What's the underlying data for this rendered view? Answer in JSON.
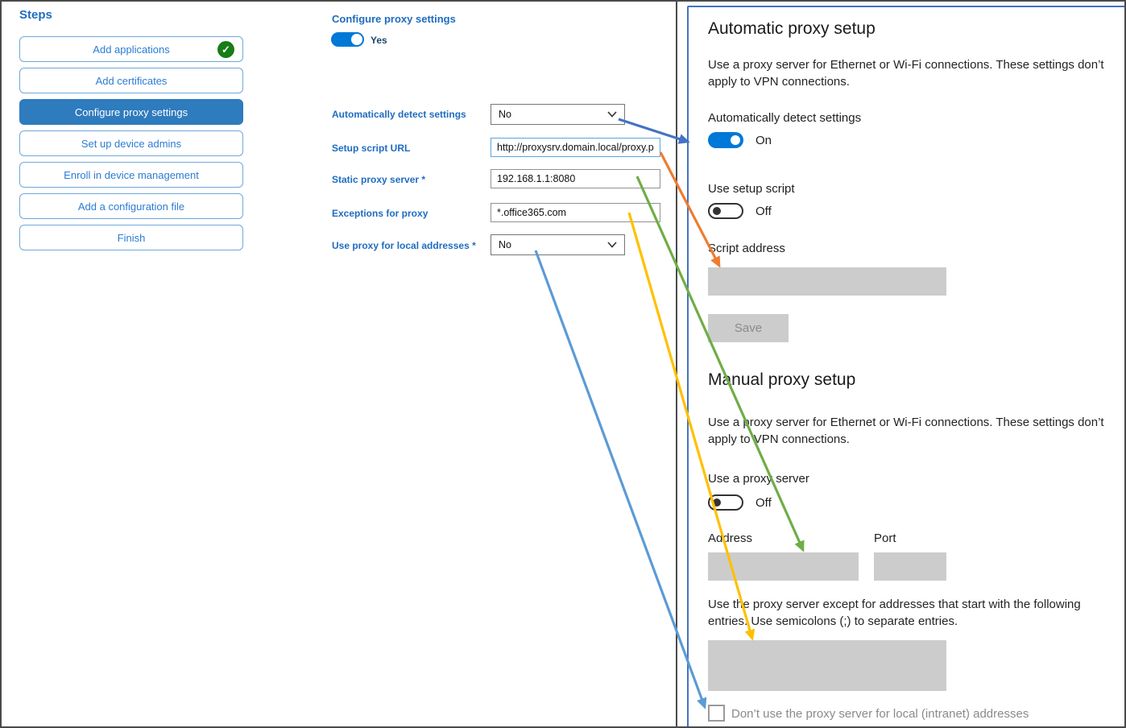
{
  "sidebar": {
    "title": "Steps",
    "items": [
      {
        "label": "Add applications",
        "completed": true,
        "selected": false
      },
      {
        "label": "Add certificates",
        "completed": false,
        "selected": false
      },
      {
        "label": "Configure proxy settings",
        "completed": false,
        "selected": true
      },
      {
        "label": "Set up device admins",
        "completed": false,
        "selected": false
      },
      {
        "label": "Enroll in device management",
        "completed": false,
        "selected": false
      },
      {
        "label": "Add a configuration file",
        "completed": false,
        "selected": false
      },
      {
        "label": "Finish",
        "completed": false,
        "selected": false
      }
    ]
  },
  "form": {
    "title": "Configure proxy settings",
    "toggle_value": "Yes",
    "rows": [
      {
        "label": "Automatically detect settings",
        "type": "select",
        "value": "No"
      },
      {
        "label": "Setup script URL",
        "type": "text",
        "value": "http://proxysrv.domain.local/proxy.pa"
      },
      {
        "label": "Static proxy server *",
        "type": "text",
        "value": "192.168.1.1:8080"
      },
      {
        "label": "Exceptions for proxy",
        "type": "text",
        "value": "*.office365.com"
      },
      {
        "label": "Use proxy for local addresses *",
        "type": "select",
        "value": "No"
      }
    ]
  },
  "panel": {
    "auto": {
      "title": "Automatic proxy setup",
      "description": "Use a proxy server for Ethernet or Wi-Fi connections. These settings don’t apply to VPN connections.",
      "detect_label": "Automatically detect settings",
      "detect_state": "On",
      "script_label": "Use setup script",
      "script_state": "Off",
      "script_address_label": "Script address",
      "save_label": "Save"
    },
    "manual": {
      "title": "Manual proxy setup",
      "description": "Use a proxy server for Ethernet or Wi-Fi connections. These settings don’t apply to VPN connections.",
      "server_label": "Use a proxy server",
      "server_state": "Off",
      "address_label": "Address",
      "port_label": "Port",
      "exceptions_note": "Use the proxy server except for addresses that start with the following entries. Use semicolons (;) to separate entries.",
      "checkbox_label": "Don’t use the proxy server for local (intranet) addresses"
    }
  },
  "arrows": [
    {
      "from": "Automatically detect settings dropdown",
      "to": "Automatically detect settings toggle",
      "color": "#4472c4"
    },
    {
      "from": "Setup script URL field",
      "to": "Script address box",
      "color": "#ed7d31"
    },
    {
      "from": "Static proxy server field",
      "to": "Address box",
      "color": "#70ad47"
    },
    {
      "from": "Exceptions for proxy field",
      "to": "Exceptions box",
      "color": "#ffc000"
    },
    {
      "from": "Use proxy for local addresses dropdown",
      "to": "Intranet addresses checkbox",
      "color": "#5b9bd5"
    }
  ],
  "colors": {
    "accent_blue": "#2e7bbd",
    "step_text_blue": "#2b7cd3",
    "toggle_on_blue": "#0078d7",
    "panel_border_blue": "#4472c4",
    "check_green": "#177d17",
    "disabled_gray": "#cccccc"
  }
}
